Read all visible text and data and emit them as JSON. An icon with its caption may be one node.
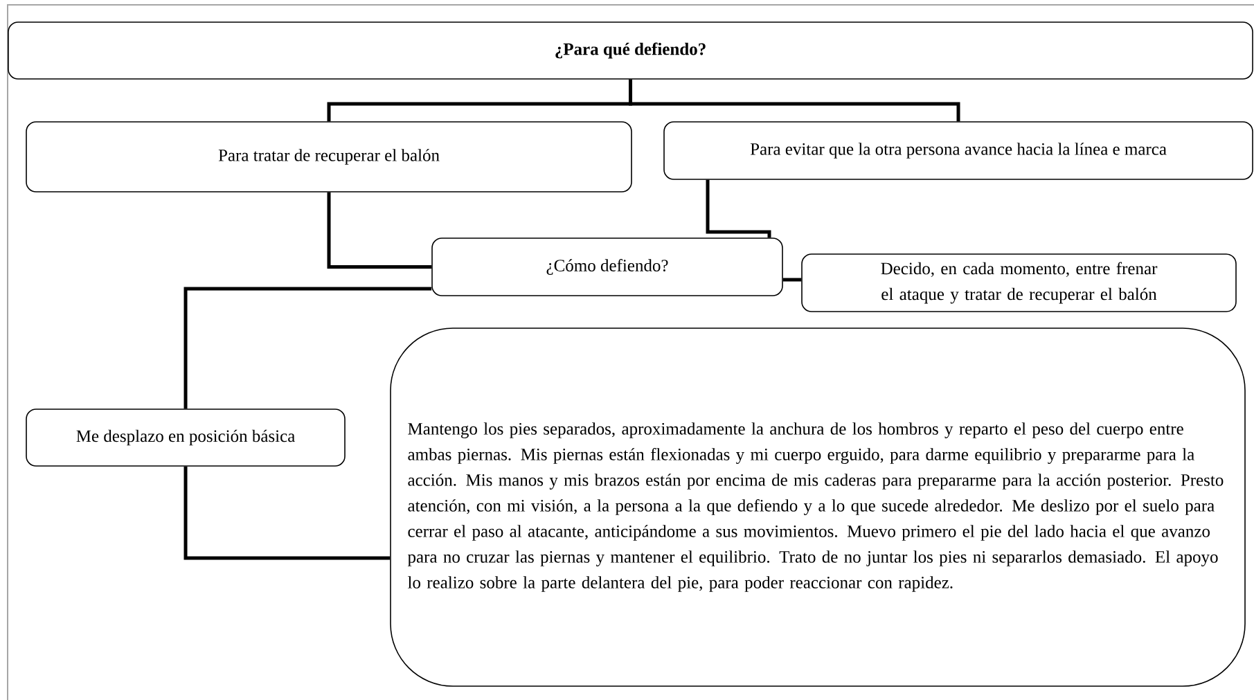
{
  "diagram": {
    "nodes": [
      {
        "text": [
          "¿Para qué defiendo?"
        ]
      },
      {
        "text": [
          "Para tratar de recuperar el balón"
        ]
      },
      {
        "text": [
          "Para evitar que la otra persona avance hacia la línea e marca"
        ]
      },
      {
        "text": [
          "¿Cómo defiendo?"
        ]
      },
      {
        "text": [
          "Decido, en cada momento, entre frenar el ataque y tratar de recuperar el balón"
        ]
      },
      {
        "text": [
          "Me desplazo en posición básica"
        ]
      },
      {
        "text": [
          "Mantengo los pies separados, aproximadamente la anchura de los hombros y reparto el peso del cuerpo entre ambas piernas. Mis piernas están flexionadas y mi cuerpo erguido, para darme equilibrio y prepararme para la acción. Mis manos y mis brazos están por encima de mis caderas para prepararme para la acción posterior. Presto atención, con mi visión, a la persona a la que defiendo y a lo que sucede alrededor. Me deslizo por el suelo para cerrar el paso al atacante, anticipándome a sus movimientos. Muevo primero el pie del lado hacia el que avanzo para no cruzar las piernas y mantener el equilibrio. Trato de no juntar los pies ni separarlos demasiado. El apoyo lo realizo sobre la parte delantera del pie, para poder reaccionar con rapidez."
        ]
      }
    ],
    "edges": [
      {
        "from": 0,
        "to": 1,
        "arrow": "none"
      },
      {
        "from": 0,
        "to": 2,
        "arrow": "none"
      },
      {
        "from": 1,
        "to": 3,
        "arrow": "none"
      },
      {
        "from": 2,
        "to": 3,
        "arrow": "none"
      },
      {
        "from": 3,
        "to": 4,
        "arrow": "none"
      },
      {
        "from": 3,
        "to": 5,
        "arrow": "none"
      },
      {
        "from": 5,
        "to": 6,
        "arrow": "none"
      }
    ]
  }
}
